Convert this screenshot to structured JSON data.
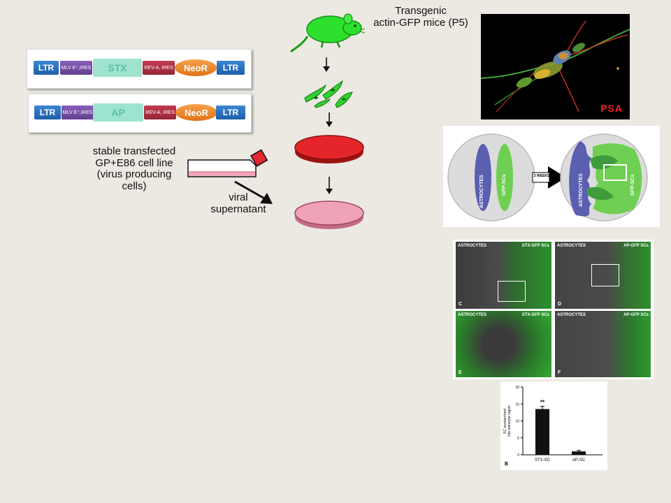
{
  "title": {
    "mice": "Transgenic\nactin-GFP mice (P5)"
  },
  "constructs": [
    {
      "ltr_left": "LTR",
      "mlv": "MLV E⁺,IRES",
      "insert": "STX",
      "rev": "REV-A, IRES",
      "neo": "NeoR",
      "ltr_right": "LTR"
    },
    {
      "ltr_left": "LTR",
      "mlv": "MLV E⁺,IRES",
      "insert": "AP",
      "rev": "REV-A, IRES",
      "neo": "NeoR",
      "ltr_right": "LTR"
    }
  ],
  "labels": {
    "cell_line": "stable transfected\nGP+E86 cell line\n(virus producing\ncells)",
    "viral": "viral\nsupernatant",
    "psa": "PSA"
  },
  "confrontation": {
    "left_left": "ASTROCYTES",
    "left_right": "GFP-SCs",
    "arrow": "3 WEEKS",
    "right_left": "ASTROCYTES",
    "right_right": "GFP-SCs"
  },
  "micrographs": {
    "panels": [
      {
        "left": "ASTROCYTES",
        "right": "STX-GFP SCs",
        "letter": "C"
      },
      {
        "left": "ASTROCYTES",
        "right": "AP-GFP SCs",
        "letter": "D"
      },
      {
        "left": "ASTROCYTES",
        "right": "STX-GFP SCs",
        "letter": "E"
      },
      {
        "left": "ASTROCYTES",
        "right": "AP-GFP SCs",
        "letter": "F"
      }
    ]
  },
  "colors": {
    "background": "#ece9e2",
    "gfp_green": "#22dd22",
    "dish_red": "#e4262a",
    "dish_pink": "#f0a3b8"
  },
  "chart_data": {
    "type": "bar",
    "categories": [
      "STX-SC",
      "AP-SC"
    ],
    "values": [
      13.5,
      1.0
    ],
    "errors": [
      0.8,
      0.3
    ],
    "ylabel": "SC number/mm²\ninto astrocyte region",
    "ylim": [
      0,
      20
    ],
    "yticks": [
      0,
      5,
      10,
      15,
      20
    ],
    "annotation": "**",
    "panel_letter": "B"
  }
}
